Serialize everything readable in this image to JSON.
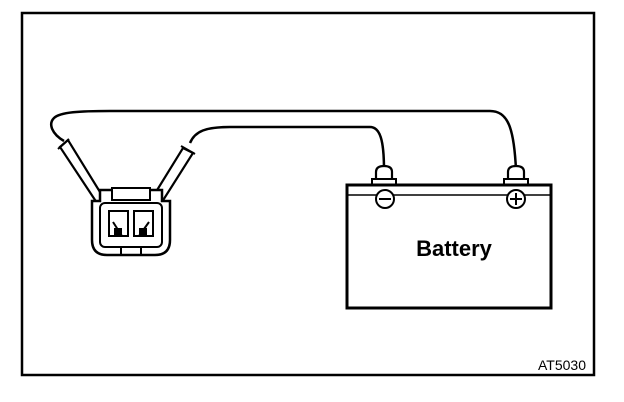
{
  "battery": {
    "label": "Battery",
    "negative_symbol": "minus-in-circle",
    "positive_symbol": "plus-in-circle"
  },
  "figure": {
    "code": "AT5030"
  },
  "colors": {
    "line": "#000000",
    "background": "#ffffff"
  }
}
